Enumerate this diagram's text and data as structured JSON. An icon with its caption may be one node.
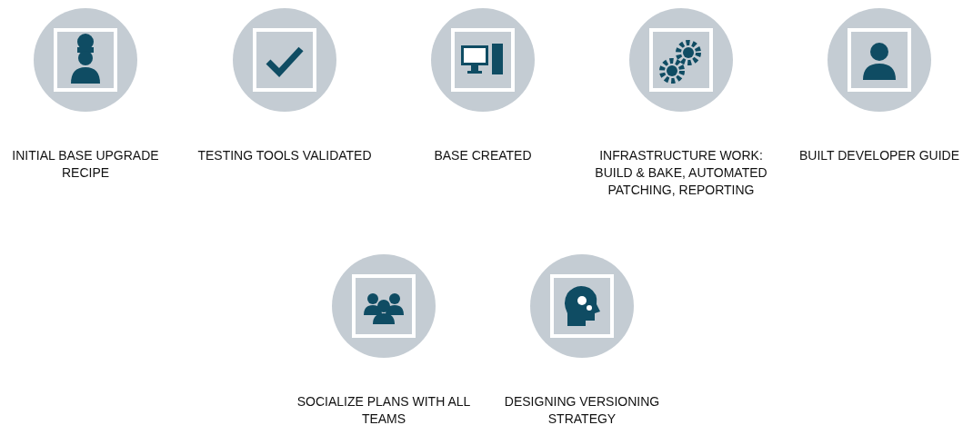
{
  "diagram": {
    "nodes": [
      {
        "text": [
          "INITIAL BASE UPGRADE RECIPE"
        ]
      },
      {
        "text": [
          "TESTING TOOLS VALIDATED"
        ]
      },
      {
        "text": [
          "BASE CREATED"
        ]
      },
      {
        "text": [
          "INFRASTRUCTURE WORK: BUILD & BAKE, AUTOMATED PATCHING, REPORTING"
        ]
      },
      {
        "text": [
          "BUILT DEVELOPER GUIDE"
        ]
      },
      {
        "text": [
          "SOCIALIZE PLANS WITH ALL TEAMS"
        ]
      },
      {
        "text": [
          "DESIGNING VERSIONING STRATEGY"
        ]
      }
    ]
  }
}
